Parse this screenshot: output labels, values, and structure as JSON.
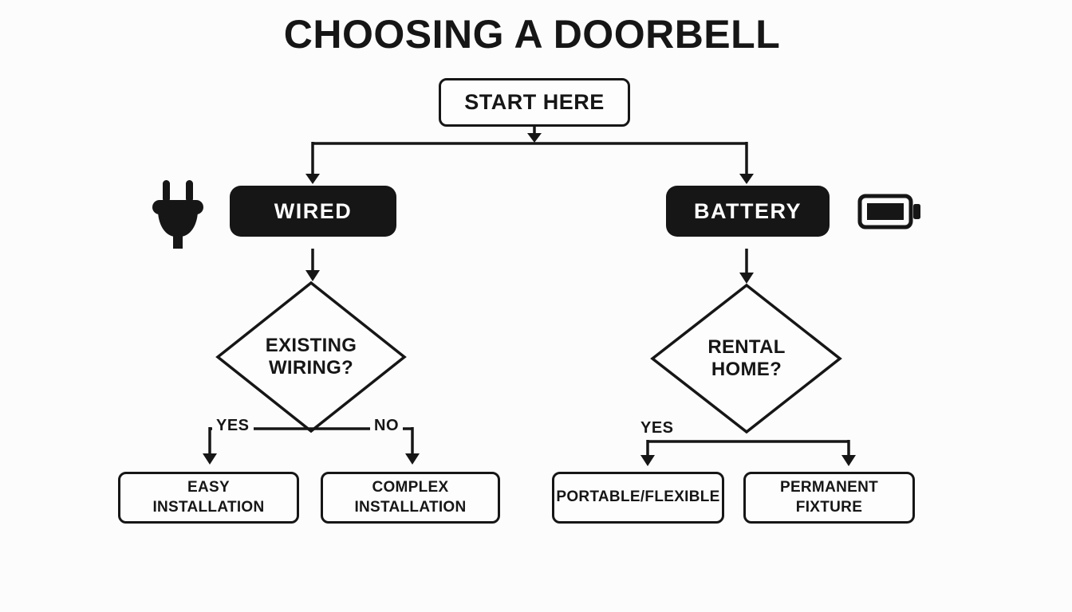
{
  "title": "CHOOSING A DOORBELL",
  "start": {
    "label": "START HERE"
  },
  "wired": {
    "label": "WIRED",
    "icon": "power-plug-icon",
    "decision": "EXISTING\nWIRING?",
    "yes_label": "YES",
    "no_label": "NO",
    "results": {
      "yes": "EASY\nINSTALLATION",
      "no": "COMPLEX\nINSTALLATION"
    }
  },
  "battery": {
    "label": "BATTERY",
    "icon": "battery-icon",
    "decision": "RENTAL\nHOME?",
    "yes_label": "YES",
    "results": {
      "yes": "PORTABLE/FLEXIBLE",
      "alt": "PERMANENT\nFIXTURE"
    }
  },
  "colors": {
    "ink": "#161616",
    "background": "#fcfcfc",
    "node_fill": "#161616",
    "node_text": "#ffffff"
  }
}
